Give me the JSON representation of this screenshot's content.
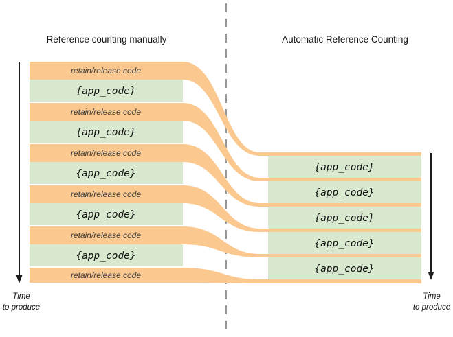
{
  "diagram": {
    "divider_color": "#979797",
    "left": {
      "title": "Reference counting manually",
      "rows": [
        {
          "kind": "retain-release",
          "label": "retain/release code",
          "color": "#fbc88f"
        },
        {
          "kind": "app-code",
          "label": "{app_code}",
          "color": "#d9e9cf"
        },
        {
          "kind": "retain-release",
          "label": "retain/release code",
          "color": "#fbc88f"
        },
        {
          "kind": "app-code",
          "label": "{app_code}",
          "color": "#d9e9cf"
        },
        {
          "kind": "retain-release",
          "label": "retain/release code",
          "color": "#fbc88f"
        },
        {
          "kind": "app-code",
          "label": "{app_code}",
          "color": "#d9e9cf"
        },
        {
          "kind": "retain-release",
          "label": "retain/release code",
          "color": "#fbc88f"
        },
        {
          "kind": "app-code",
          "label": "{app_code}",
          "color": "#d9e9cf"
        },
        {
          "kind": "retain-release",
          "label": "retain/release code",
          "color": "#fbc88f"
        },
        {
          "kind": "app-code",
          "label": "{app_code}",
          "color": "#d9e9cf"
        },
        {
          "kind": "retain-release",
          "label": "retain/release code",
          "color": "#fbc88f"
        }
      ],
      "time_axis": {
        "line1": "Time",
        "line2": "to produce"
      }
    },
    "right": {
      "title": "Automatic Reference Counting",
      "rows": [
        {
          "kind": "app-code",
          "label": "{app_code}",
          "color": "#d9e9cf"
        },
        {
          "kind": "app-code",
          "label": "{app_code}",
          "color": "#d9e9cf"
        },
        {
          "kind": "app-code",
          "label": "{app_code}",
          "color": "#d9e9cf"
        },
        {
          "kind": "app-code",
          "label": "{app_code}",
          "color": "#d9e9cf"
        },
        {
          "kind": "app-code",
          "label": "{app_code}",
          "color": "#d9e9cf"
        }
      ],
      "time_axis": {
        "line1": "Time",
        "line2": "to produce"
      }
    }
  }
}
